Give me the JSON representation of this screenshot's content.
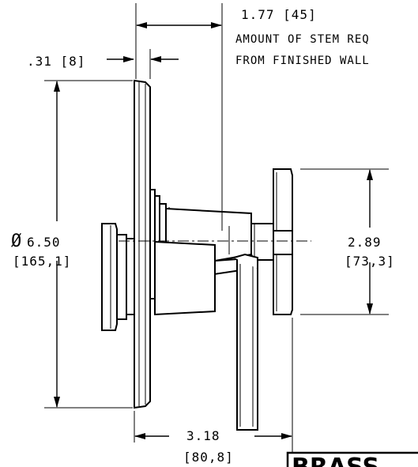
{
  "dimensions": {
    "stem_length": "1.77 [45]",
    "stem_note_line1": "AMOUNT OF STEM REQ",
    "stem_note_line2": "FROM FINISHED WALL",
    "plate_thickness": ".31 [8]",
    "plate_diameter_symbol": "Ø",
    "plate_diameter": "6.50",
    "plate_diameter_metric": "[165,1]",
    "handle_height": "2.89",
    "handle_height_metric": "[73,3]",
    "projection": "3.18",
    "projection_metric": "[80,8]"
  },
  "brand_label": "BRASS"
}
